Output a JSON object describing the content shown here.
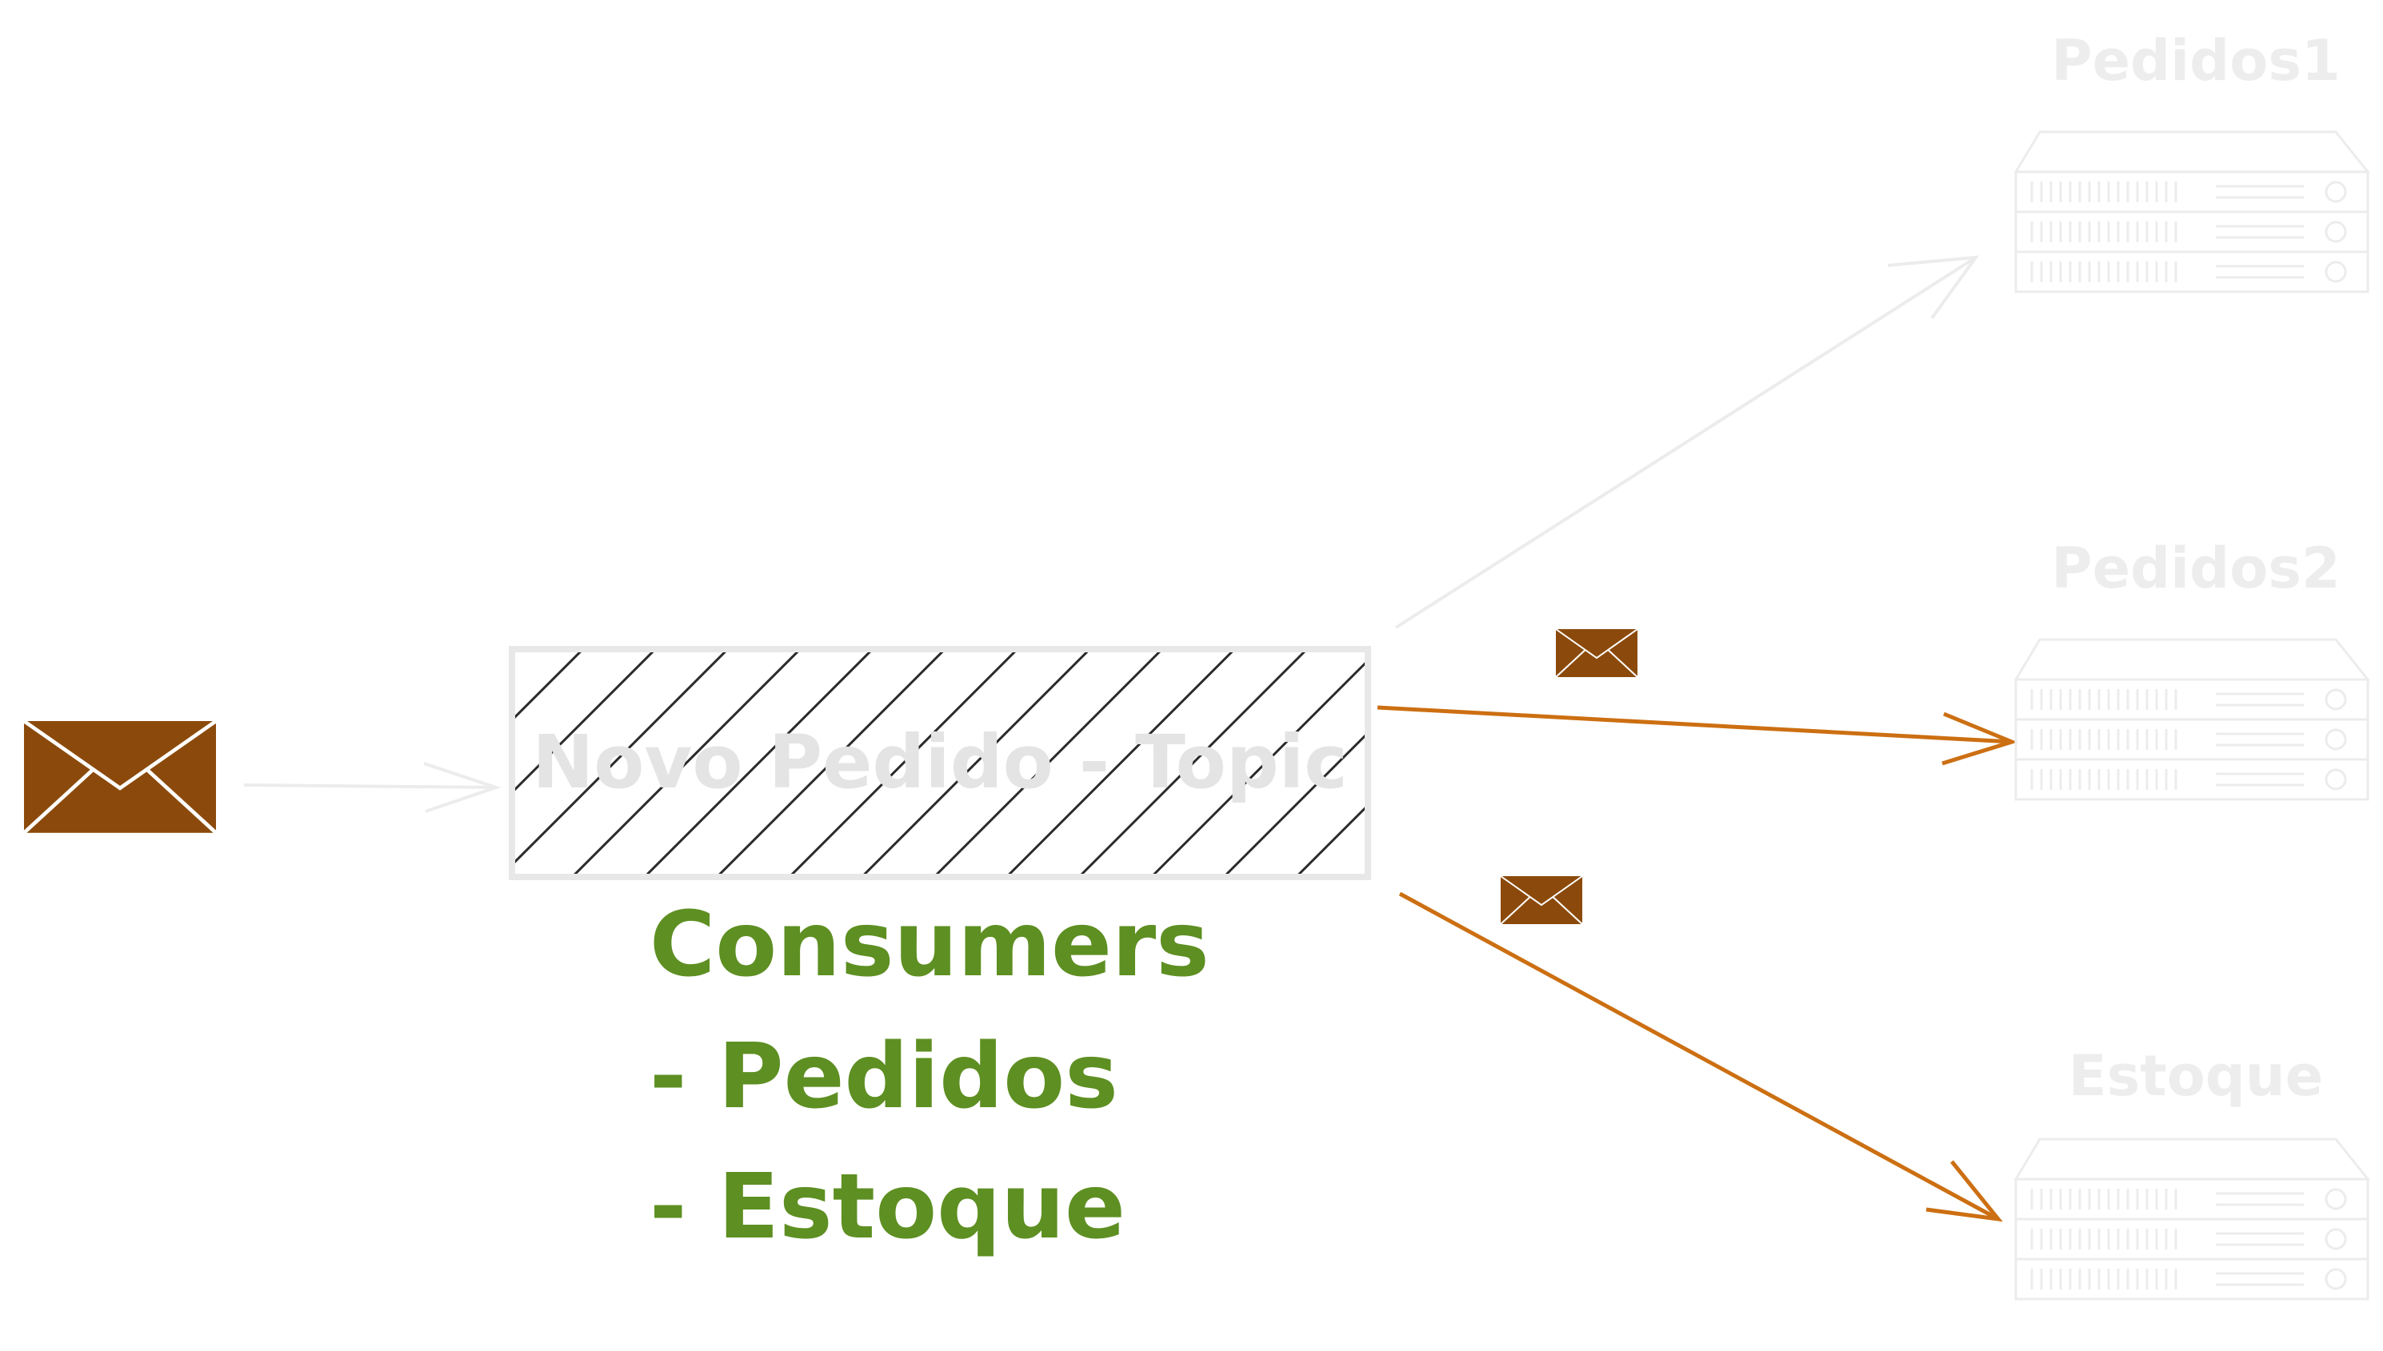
{
  "colors": {
    "envelope": "#8b4a0b",
    "active_arrow": "#cc6f12",
    "faint": "#ececec",
    "consumers_text": "#5e8f22",
    "hatch": "#2b2b2b"
  },
  "topic": {
    "label": "Novo Pedido - Topic"
  },
  "servers": [
    {
      "label": "Pedidos1",
      "icon": "server-rack-icon",
      "active": false
    },
    {
      "label": "Pedidos2",
      "icon": "server-rack-icon",
      "active": true
    },
    {
      "label": "Estoque",
      "icon": "server-rack-icon",
      "active": true
    }
  ],
  "consumers": {
    "title": "Consumers",
    "items": [
      "- Pedidos",
      "- Estoque"
    ]
  },
  "icons": {
    "message": "envelope-icon"
  }
}
